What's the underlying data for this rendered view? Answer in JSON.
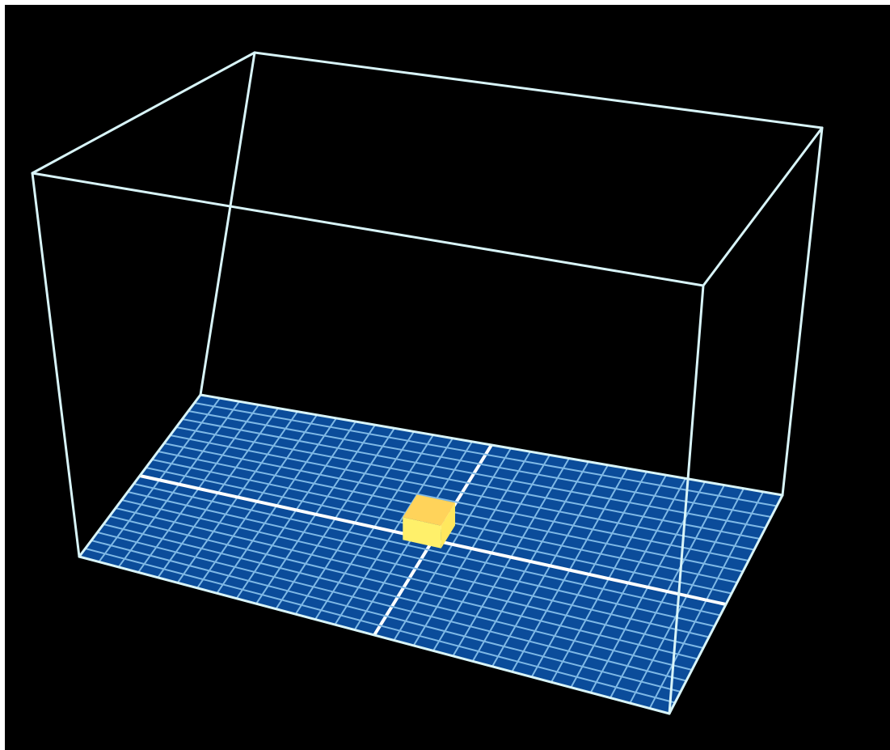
{
  "scene": {
    "type": "3d-grid-playfield",
    "grid": {
      "columns": 30,
      "rows": 20,
      "major_every": 15
    },
    "block": {
      "grid_cell": [
        14,
        10
      ],
      "height_cells": 1
    },
    "colors": {
      "background": "#000000",
      "page_border": "#ffffff",
      "wireframe": "#d8f4f8",
      "floor": "#0b4c9a",
      "grid_line": "#7fb9e6",
      "grid_major_line": "#ffffff",
      "block_top": "#ffd35a",
      "block_front": "#fff06a",
      "block_side": "#ffe85e"
    }
  }
}
